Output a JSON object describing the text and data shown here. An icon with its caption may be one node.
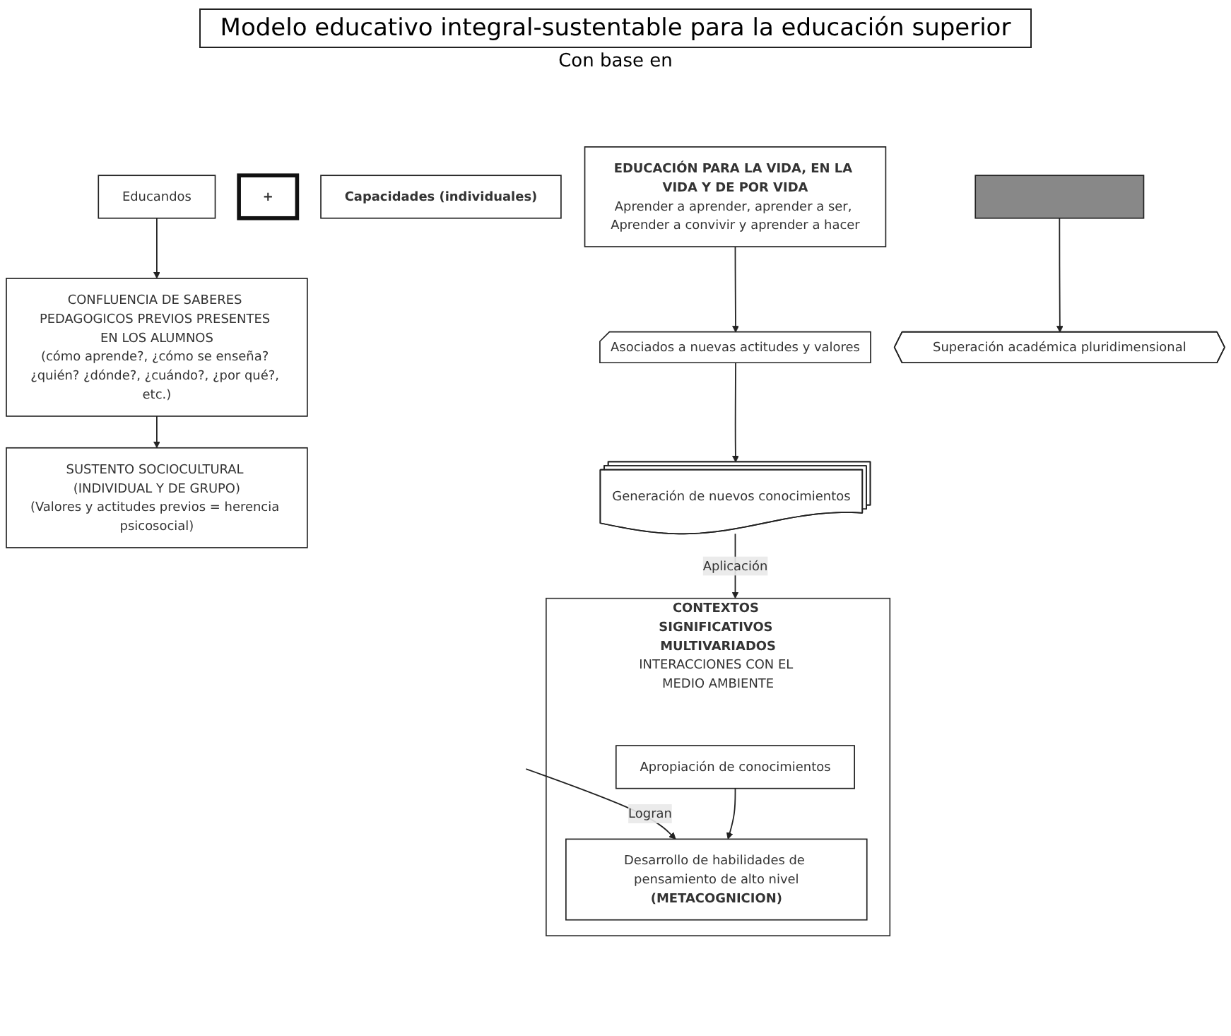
{
  "diagram": {
    "title": "Modelo educativo integral-sustentable para la educación superior",
    "nodes": [
      {
        "text": [
          "Educandos"
        ]
      },
      {
        "text": [
          "CONFLUENCIA DE SABERES PEDAGOGICOS PREVIOS PRESENTES EN LOS ALUMNOS",
          "(cómo aprende?, ¿cómo se enseña? ¿quién? ¿dónde?, ¿cuándo?, ¿por qué?, etc.)"
        ]
      },
      {
        "text": [
          "SUSTENTO SOCIOCULTURAL (INDIVIDUAL Y DE GRUPO)",
          "(Valores y actitudes previos = herencia psicosocial)"
        ]
      },
      {
        "text": [
          "+"
        ]
      },
      {
        "text": [
          "Capacidades (individuales)"
        ]
      },
      {
        "text": [
          "Generación de nuevos conocimientos"
        ]
      },
      {
        "text": [
          "Asociados a nuevas actitudes y valores"
        ]
      },
      {
        "text": [
          "CONTEXTOS SIGNIFICATIVOS MULTIVARIADOS",
          "INTERACCIONES CON EL MEDIO AMBIENTE"
        ]
      },
      {
        "text": [
          "Apropiación de conocimientos"
        ],
        "in": 7
      },
      {
        "text": [
          "Desarrollo de habilidades de pensamiento de alto nivel",
          "(METACOGNICION)"
        ],
        "in": 7
      },
      {
        "text": [],
        "shape": "bar"
      },
      {
        "text": [
          "Superación académica pluridimensional"
        ]
      },
      {
        "text": [
          "EDUCACIÓN PARA LA VIDA, EN LA VIDA Y DE POR VIDA",
          "Aprender a aprender, aprender a ser, Aprender a convivir y aprender a hacer"
        ]
      }
    ],
    "edges": [
      {
        "from": 0,
        "to": 1,
        "arrow": "to"
      },
      {
        "from": 1,
        "to": 2,
        "arrow": "to"
      },
      {
        "from": 6,
        "to": 5,
        "arrow": "to"
      },
      {
        "from": 5,
        "to": 7,
        "arrow": "to",
        "label": "Aplicación"
      },
      {
        "from": null,
        "to": 9,
        "arrow": "to",
        "label": "Logran"
      },
      {
        "from": 8,
        "to": 9,
        "arrow": "to"
      },
      {
        "from": 10,
        "to": 11,
        "arrow": "to"
      },
      {
        "from": 12,
        "to": 6,
        "arrow": "to"
      }
    ],
    "labels": [
      "Con base en"
    ]
  }
}
